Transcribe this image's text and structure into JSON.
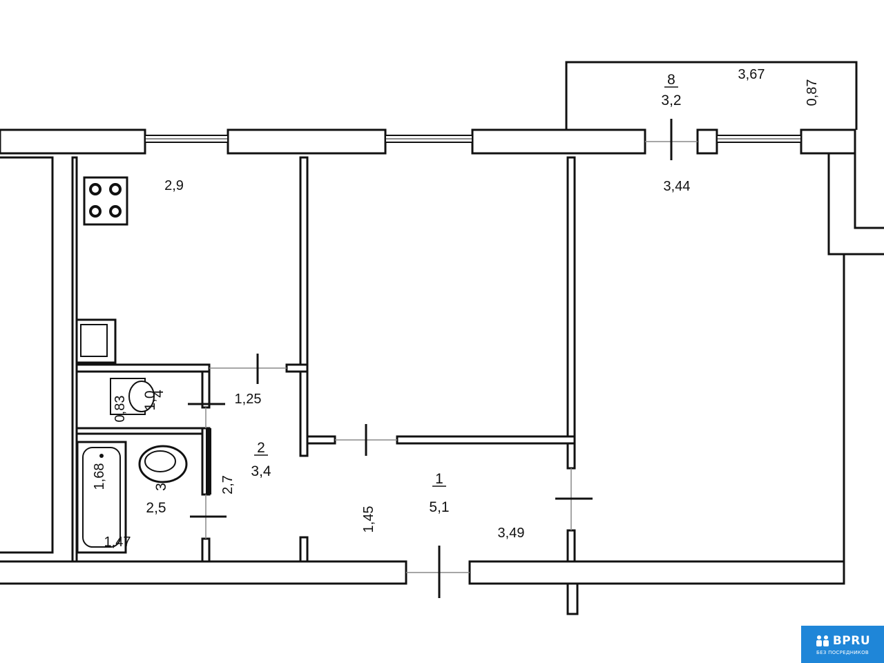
{
  "plan": {
    "balcony": {
      "number": "8",
      "area": "3,2",
      "length": "3,67",
      "depth": "0,87"
    },
    "kitchen": {
      "width": "2,9"
    },
    "toilet": {
      "number": "4",
      "area": "1,0",
      "depth": "0,83"
    },
    "bathroom": {
      "number": "3",
      "area": "2,5",
      "length": "1,68",
      "width": "1,47"
    },
    "hall": {
      "number": "2",
      "area": "3,4",
      "width": "1,25",
      "length": "2,7"
    },
    "corridor": {
      "number": "1",
      "area": "5,1",
      "width": "1,45",
      "length": "3,49"
    },
    "room": {
      "width": "3,44"
    }
  },
  "watermark": {
    "brand": "BPRU",
    "tagline": "БЕЗ ПОСРЕДНИКОВ"
  },
  "colors": {
    "wall": "#111111",
    "logo_bg": "#1f86d8"
  }
}
